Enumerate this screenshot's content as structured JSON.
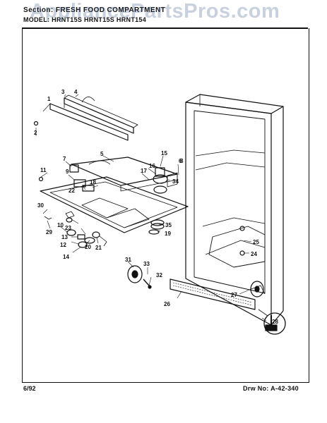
{
  "header": {
    "section": "Section: FRESH FOOD COMPARTMENT",
    "model": "MODEL: HRNT15S  HRNT15S  HRNT154"
  },
  "watermark": "AppliancePartsPros.com",
  "footer": {
    "date": "6/92",
    "drawing_number": "Drw No: A-42-340"
  },
  "callouts": [
    "1",
    "2",
    "3",
    "4",
    "5",
    "6",
    "7",
    "8",
    "9",
    "10",
    "11",
    "12",
    "13",
    "14",
    "15",
    "16",
    "17",
    "18",
    "19",
    "20",
    "21",
    "22",
    "23",
    "24",
    "25",
    "26",
    "27",
    "28",
    "29",
    "30",
    "31",
    "32",
    "33",
    "34",
    "35"
  ]
}
